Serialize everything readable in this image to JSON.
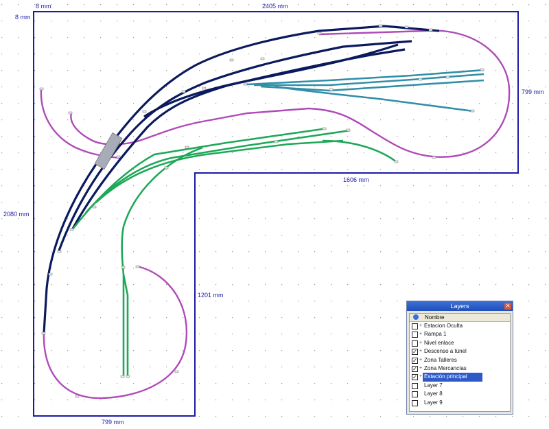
{
  "dimensions": {
    "top_left": "8 mm",
    "left_top": "8 mm",
    "top": "2405 mm",
    "right": "799 mm",
    "inner_horizontal": "1606 mm",
    "left": "2080 mm",
    "inner_vertical": "1201 mm",
    "bottom": "799 mm"
  },
  "colors": {
    "border": "#1a1aa6",
    "main_track": "#0b1a5e",
    "branch_track": "#2f8ea8",
    "loop_track": "#b04ab8",
    "yard_track": "#1ea858",
    "grid_dot": "#9a9a9a"
  },
  "layers_panel": {
    "title": "Layers",
    "close_icon": "close-icon",
    "header": "Nombre",
    "items": [
      {
        "label": "Estacion Oculta",
        "checked": false,
        "expandable": true
      },
      {
        "label": "Rampa 1",
        "checked": false,
        "expandable": true
      },
      {
        "label": "Nivel enlace",
        "checked": false,
        "expandable": true
      },
      {
        "label": "Descenso a túnel",
        "checked": true,
        "expandable": true
      },
      {
        "label": "Zona Talleres",
        "checked": true,
        "expandable": true
      },
      {
        "label": "Zona Mercancías",
        "checked": true,
        "expandable": true
      },
      {
        "label": "Estación principal",
        "checked": true,
        "expandable": true,
        "selected": true
      },
      {
        "label": "Layer 7",
        "checked": false,
        "expandable": false
      },
      {
        "label": "Layer 8",
        "checked": false,
        "expandable": false
      },
      {
        "label": "Layer 9",
        "checked": false,
        "expandable": false
      }
    ]
  }
}
